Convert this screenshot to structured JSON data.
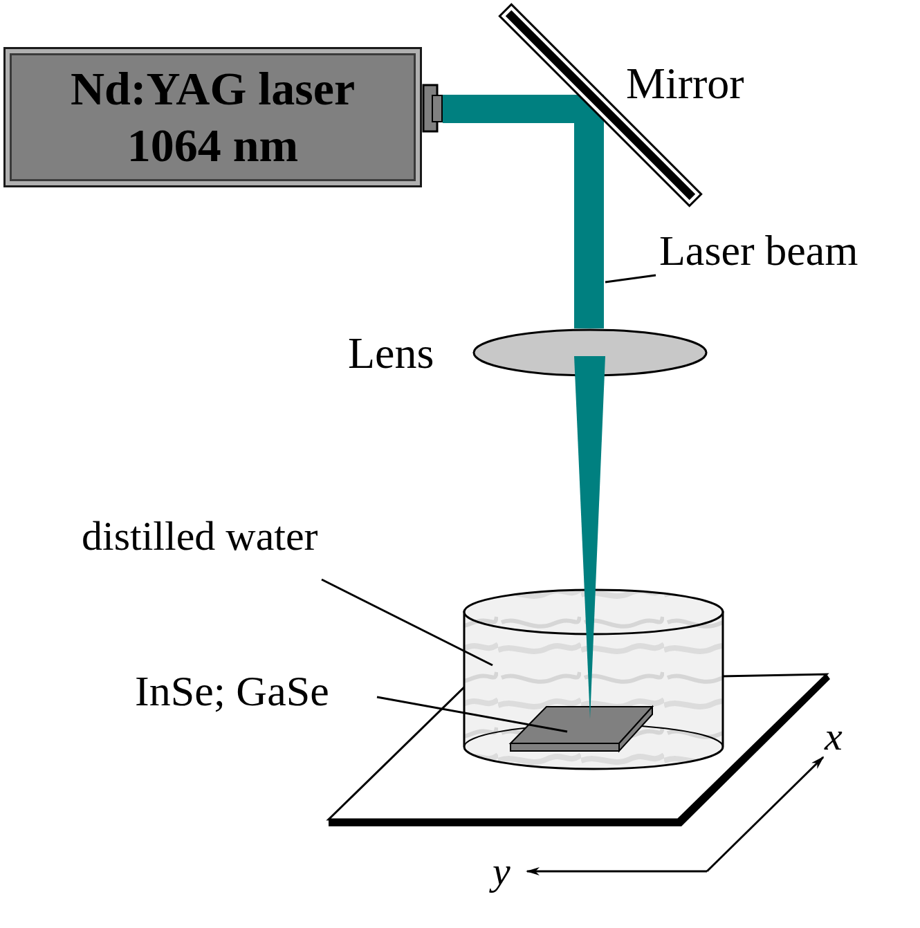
{
  "diagram": {
    "nodes": [
      {
        "text": [
          "Nd:YAG laser 1064 nm"
        ]
      }
    ],
    "labels": [
      "Mirror",
      "Laser beam",
      "Lens",
      "distilled water",
      "InSe; GaSe",
      "x",
      "y"
    ]
  }
}
